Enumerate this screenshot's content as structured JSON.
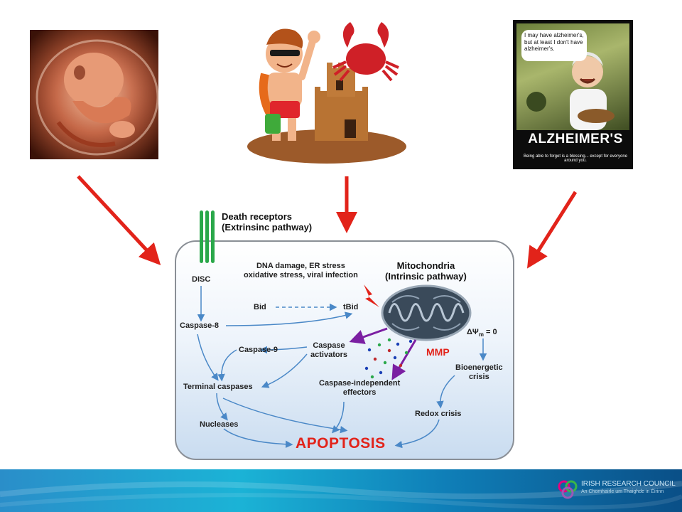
{
  "colors": {
    "arrow_red": "#e2231a",
    "diagram_border": "#8a8f96",
    "flow_blue": "#4a88c7",
    "purple": "#7b1fa2"
  },
  "images": {
    "fetus": {
      "icon": "fetus-photo"
    },
    "beach": {
      "icon": "beach-boy-crab-cartoon"
    },
    "alzheimers": {
      "bubble_text": "I may have alzheimer's, but at least I don't have alzheimer's.",
      "title": "ALZHEIMER'S",
      "subtitle": "Being able to forget is a blessing... except for everyone around you."
    }
  },
  "diagram": {
    "death_receptors": "Death receptors\n(Extrinsinc pathway)",
    "stress_text": "DNA damage, ER stress\noxidative stress, viral infection",
    "mitochondria": "Mitochondria\n(Intrinsic pathway)",
    "disc": "DISC",
    "bid": "Bid",
    "tbid": "tBid",
    "caspase8": "Caspase-8",
    "delta_psi": "ΔΨ",
    "delta_psi_sub": "m",
    "delta_psi_val": " = 0",
    "caspase9": "Caspase-9",
    "caspase_activators": "Caspase\nactivators",
    "mmp": "MMP",
    "bioenergetic": "Bioenergetic\ncrisis",
    "terminal_caspases": "Terminal caspases",
    "caspase_independent": "Caspase-independent\neffectors",
    "redox": "Redox crisis",
    "nucleases": "Nucleases",
    "apoptosis": "APOPTOSIS"
  },
  "footer": {
    "org_name": "IRISH RESEARCH COUNCIL",
    "org_sub": "An Chomhairle um Thaighde in Éirinn"
  }
}
